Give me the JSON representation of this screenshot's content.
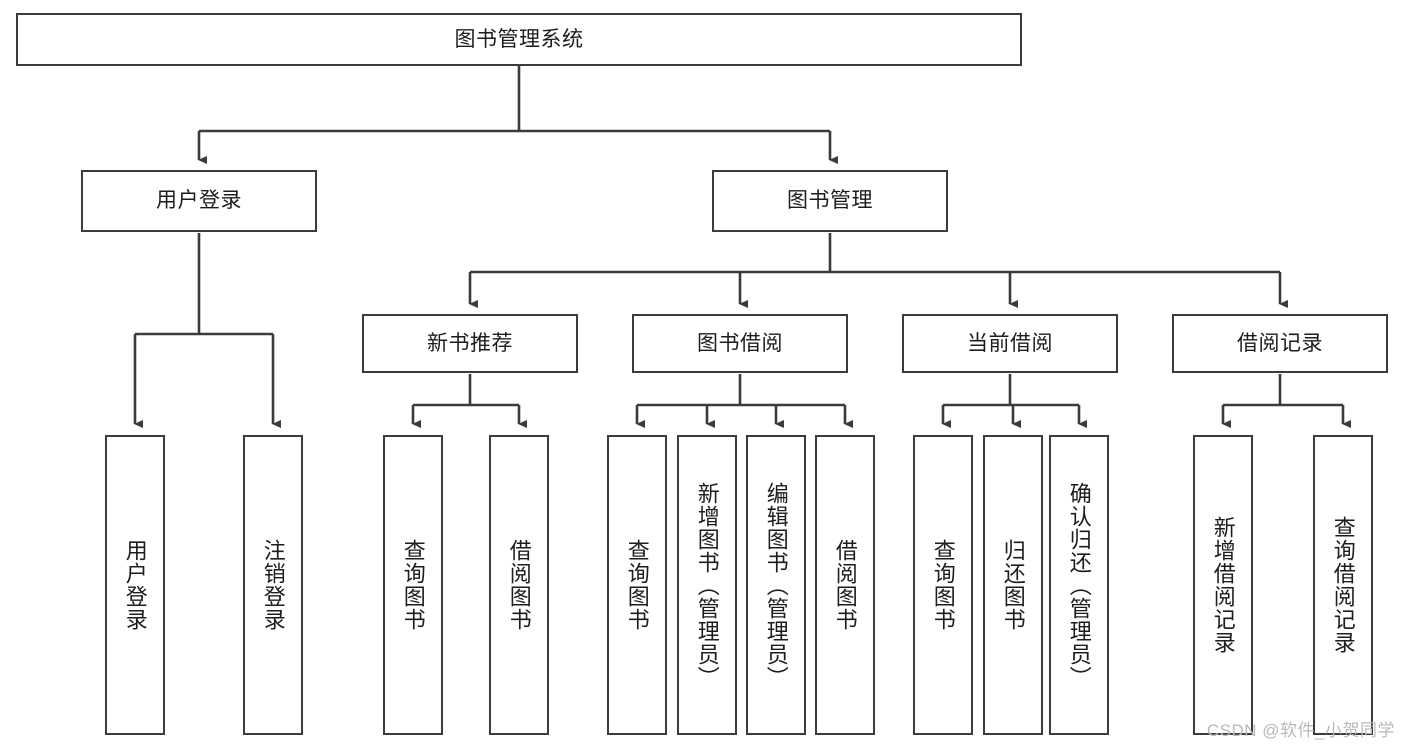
{
  "diagram": {
    "type": "tree",
    "title": "图书管理系统",
    "watermark": "CSDN @软件_小贺同学",
    "colors": {
      "box_border": "#3b3b3b",
      "box_fill": "#ffffff",
      "connector": "#3b3b3b",
      "text": "#1d1d1d",
      "watermark": "#b9b9b9",
      "background": "#ffffff"
    },
    "nodes": {
      "root": {
        "label": "图书管理系统"
      },
      "level2": [
        {
          "label": "用户登录"
        },
        {
          "label": "图书管理"
        }
      ],
      "level3": [
        {
          "label": "新书推荐"
        },
        {
          "label": "图书借阅"
        },
        {
          "label": "当前借阅"
        },
        {
          "label": "借阅记录"
        }
      ],
      "leaves_user_login": [
        {
          "label": "用户登录"
        },
        {
          "label": "注销登录"
        }
      ],
      "leaves_new_book": [
        {
          "label": "查询图书"
        },
        {
          "label": "借阅图书"
        }
      ],
      "leaves_borrow": [
        {
          "label": "查询图书"
        },
        {
          "label": "新增图书（管理员）"
        },
        {
          "label": "编辑图书（管理员）"
        },
        {
          "label": "借阅图书"
        }
      ],
      "leaves_current": [
        {
          "label": "查询图书"
        },
        {
          "label": "归还图书"
        },
        {
          "label": "确认归还（管理员）"
        }
      ],
      "leaves_records": [
        {
          "label": "新增借阅记录"
        },
        {
          "label": "查询借阅记录"
        }
      ]
    }
  }
}
